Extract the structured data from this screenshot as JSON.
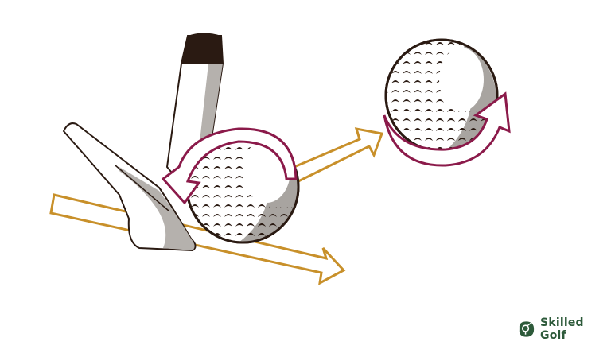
{
  "diagram": {
    "subject": "Golf wedge striking ball producing backspin",
    "elements": [
      {
        "name": "wedge-club",
        "description": "Wedge club head striking ball"
      },
      {
        "name": "ball-at-impact",
        "description": "Golf ball at impact with counter-clockwise spin arrow"
      },
      {
        "name": "ball-in-flight",
        "description": "Golf ball in flight with backspin arrow"
      },
      {
        "name": "swing-path-arrow",
        "description": "Club path arrow"
      },
      {
        "name": "launch-arrow",
        "description": "Ball launch direction arrow"
      }
    ]
  },
  "colors": {
    "spin_arrow": "#8b1a4a",
    "path_arrow": "#c8902a",
    "ball_shade": "#a8a4a0",
    "dimple": "#2a1a12",
    "club_shade": "#b5b1ad",
    "grip": "#2a1a12",
    "brand_green": "#2d5a3a"
  },
  "brand": {
    "name": "Skilled Golf"
  }
}
